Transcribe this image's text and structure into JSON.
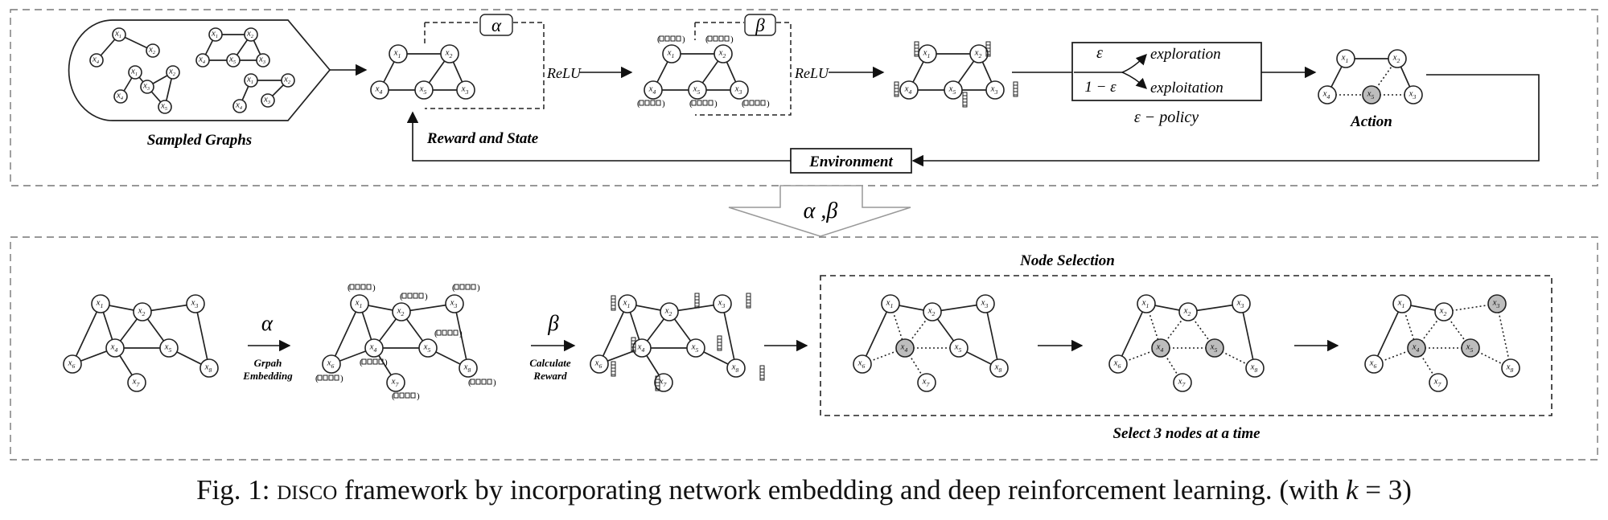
{
  "top_panel": {
    "sampled_graphs_label": "Sampled Graphs",
    "alpha_symbol": "α",
    "beta_symbol": "β",
    "relu_label_1": "ReLU",
    "relu_label_2": "ReLU",
    "reward_state_label": "Reward and State",
    "epsilon": "ε",
    "one_minus_epsilon": "1 − ε",
    "exploration": "exploration",
    "exploitation": "exploitation",
    "policy_label": "ε − policy",
    "action_label": "Action",
    "environment_label": "Environment"
  },
  "transfer_label": "α ,β",
  "bottom_panel": {
    "alpha_symbol": "α",
    "beta_symbol": "β",
    "graph_embedding_label_1": "Grpah",
    "graph_embedding_label_2": "Embedding",
    "calculate_reward_label_1": "Calculate",
    "calculate_reward_label_2": "Reward",
    "node_selection_title": "Node Selection",
    "select_footer": "Select 3 nodes at a time"
  },
  "caption": {
    "prefix": "Fig. 1: ",
    "name": "disco",
    "text": " framework by incorporating network embedding and deep reinforcement learning. (with ",
    "k": "k",
    "suffix": " = 3)"
  }
}
